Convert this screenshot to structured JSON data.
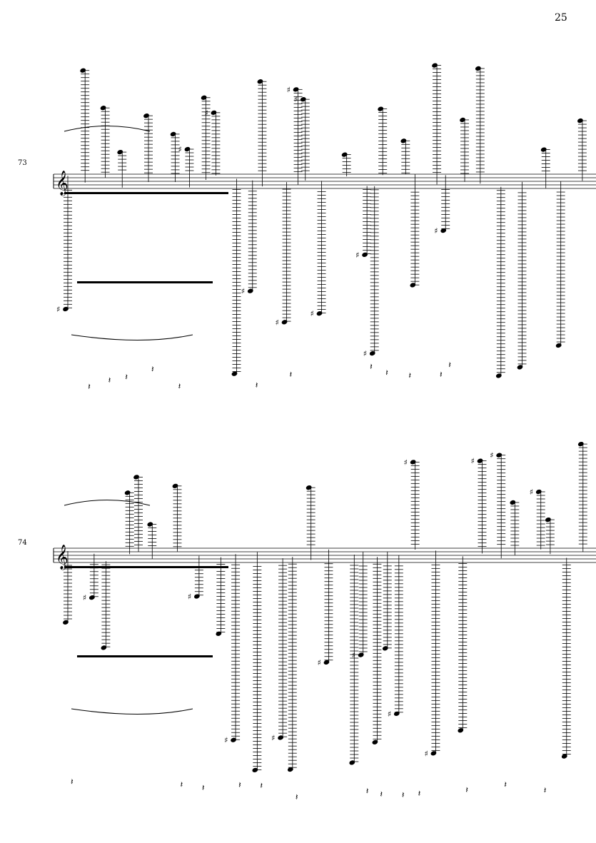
{
  "page_number": "25",
  "systems": [
    {
      "measure_number": "73",
      "clef": "treble"
    },
    {
      "measure_number": "74",
      "clef": "treble"
    }
  ]
}
